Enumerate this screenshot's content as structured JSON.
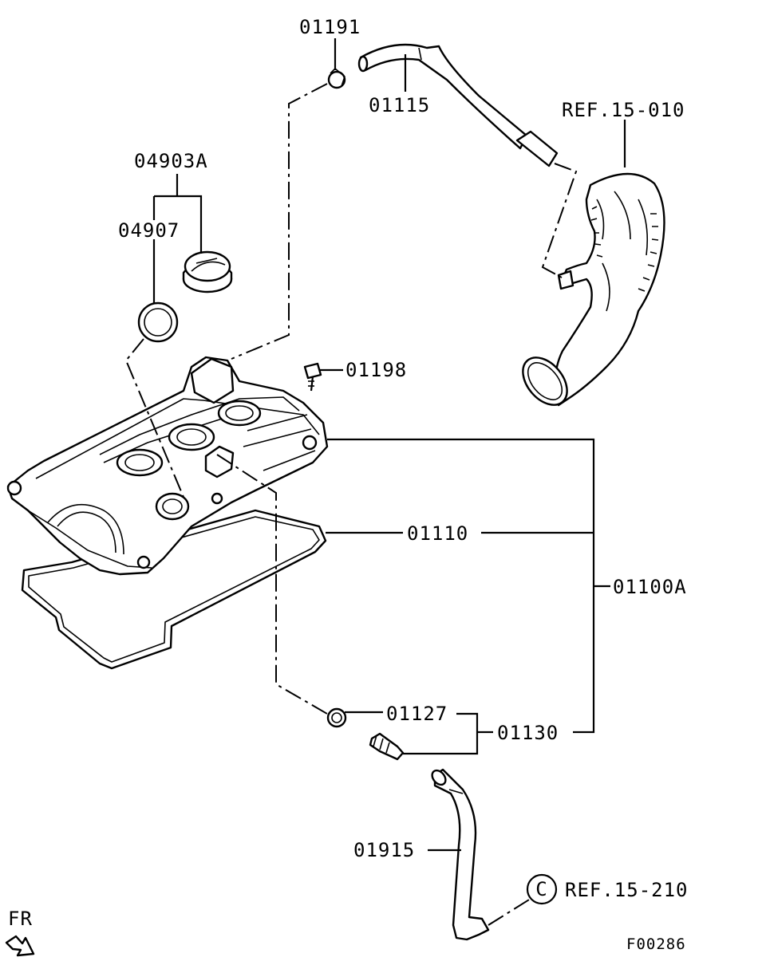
{
  "diagram_id": "F00286",
  "front_marker": "FR",
  "parts": {
    "clamp": "01191",
    "hose_upper": "01115",
    "ref_air_hose": "REF.15-010",
    "oil_cap_assy": "04903A",
    "oil_cap_gasket": "04907",
    "bolt": "01198",
    "cover_gasket": "01110",
    "rocker_cover_assy": "01100A",
    "o_ring": "01127",
    "pcv_valve_assy": "01130",
    "hose_lower": "01915",
    "ref_circle": "C",
    "ref_lower": "REF.15-210"
  }
}
